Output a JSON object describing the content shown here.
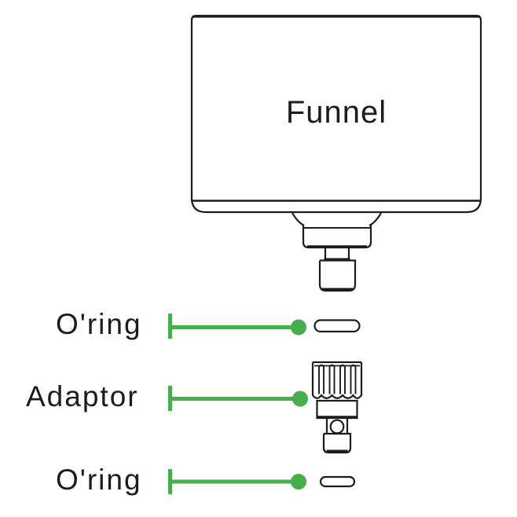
{
  "colors": {
    "line": "#1c1c1c",
    "accent_green": "#47ae4e",
    "background": "#ffffff"
  },
  "diagram": {
    "funnel_label": "Funnel",
    "callouts": [
      {
        "label": "O'ring",
        "target": "o-ring-top"
      },
      {
        "label": "Adaptor",
        "target": "adaptor"
      },
      {
        "label": "O'ring",
        "target": "o-ring-bottom"
      }
    ]
  }
}
